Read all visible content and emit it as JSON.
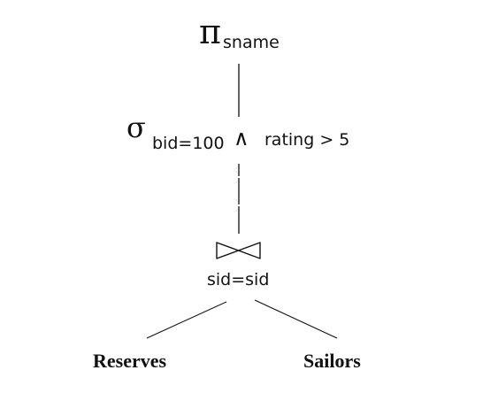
{
  "diagram": {
    "projection": {
      "symbol": "π",
      "subscript": "sname"
    },
    "selection": {
      "symbol": "σ",
      "subscript": "bid=100",
      "operator": "∧",
      "predicate": "rating > 5"
    },
    "join": {
      "condition": "sid=sid"
    },
    "leaves": {
      "left": "Reserves",
      "right": "Sailors"
    }
  }
}
